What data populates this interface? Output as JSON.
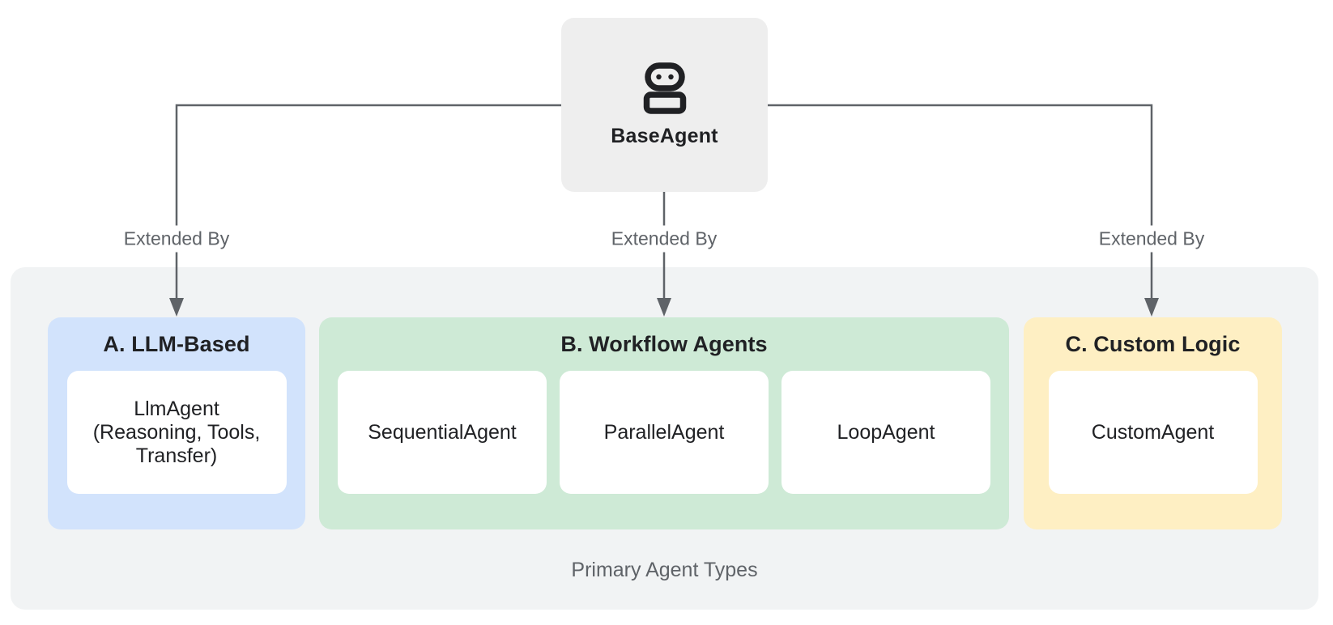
{
  "diagram": {
    "root": {
      "label": "BaseAgent",
      "icon": "robot-icon"
    },
    "edges": [
      {
        "position": "left",
        "label": "Extended By"
      },
      {
        "position": "center",
        "label": "Extended By"
      },
      {
        "position": "right",
        "label": "Extended By"
      }
    ],
    "groups": [
      {
        "id": "A",
        "title": "A. LLM-Based",
        "cards": [
          {
            "line1": "LlmAgent",
            "line2": "(Reasoning, Tools,",
            "line3": "Transfer)"
          }
        ]
      },
      {
        "id": "B",
        "title": "B. Workflow Agents",
        "cards": [
          {
            "line1": "SequentialAgent"
          },
          {
            "line1": "ParallelAgent"
          },
          {
            "line1": "LoopAgent"
          }
        ]
      },
      {
        "id": "C",
        "title": "C. Custom Logic",
        "cards": [
          {
            "line1": "CustomAgent"
          }
        ]
      }
    ],
    "caption": "Primary Agent Types",
    "colors": {
      "group_a_bg": "#d2e3fc",
      "group_b_bg": "#ceead6",
      "group_c_bg": "#feefc3",
      "container_bg": "#f1f3f4",
      "root_bg": "#eeeeee",
      "card_bg": "#ffffff",
      "connector": "#5f6368",
      "title_text": "#202124",
      "muted_text": "#5f6368"
    }
  }
}
